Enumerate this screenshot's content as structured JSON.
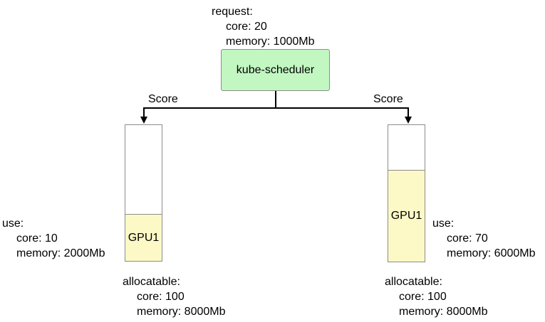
{
  "colors": {
    "background": "#ffffff",
    "scheduler_fill": "#c2f7c2",
    "gpu_fill": "#fcf9c6",
    "node_border": "#8c8c8c",
    "line": "#000000"
  },
  "request": {
    "title": "request:",
    "core": "core: 20",
    "memory": "memory: 1000Mb"
  },
  "scheduler": {
    "label": "kube-scheduler"
  },
  "edges": {
    "left_label": "Score",
    "right_label": "Score"
  },
  "left_node": {
    "gpu_label": "GPU1",
    "use": {
      "title": "use:",
      "core": "core: 10",
      "memory": "memory: 2000Mb"
    },
    "allocatable": {
      "title": "allocatable:",
      "core": "core: 100",
      "memory": "memory: 8000Mb"
    }
  },
  "right_node": {
    "gpu_label": "GPU1",
    "use": {
      "title": "use:",
      "core": "core: 70",
      "memory": "memory: 6000Mb"
    },
    "allocatable": {
      "title": "allocatable:",
      "core": "core: 100",
      "memory": "memory: 8000Mb"
    }
  }
}
